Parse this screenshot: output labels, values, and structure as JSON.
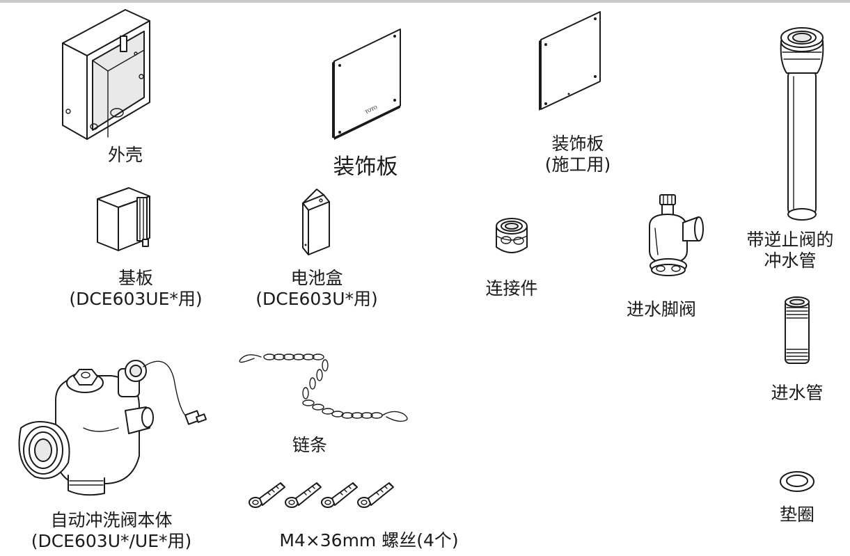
{
  "parts": {
    "housing": {
      "label": "外壳"
    },
    "decor_panel": {
      "label": "装饰板",
      "brand_mark": "TOTO"
    },
    "decor_panel_construction": {
      "label_line1": "装饰板",
      "label_line2": "(施工用)"
    },
    "flush_pipe": {
      "label_line1": "带逆止阀的",
      "label_line2": "冲水管"
    },
    "base_board": {
      "label_line1": "基板",
      "label_line2": "(DCE603UE*用)"
    },
    "battery_box": {
      "label_line1": "电池盒",
      "label_line2": "(DCE603U*用)"
    },
    "connector": {
      "label": "连接件"
    },
    "inlet_valve": {
      "label": "进水脚阀"
    },
    "inlet_pipe": {
      "label": "进水管"
    },
    "flush_valve_body": {
      "label_line1": "自动冲洗阀本体",
      "label_line2": "(DCE603U*/UE*用)"
    },
    "chain": {
      "label": "链条"
    },
    "screws": {
      "label": "M4×36mm 螺丝(4个)"
    },
    "gasket": {
      "label": "垫圈"
    }
  },
  "colors": {
    "line": "#1a1a1a",
    "background": "#ffffff",
    "top_rule": "#c9c9c9"
  }
}
